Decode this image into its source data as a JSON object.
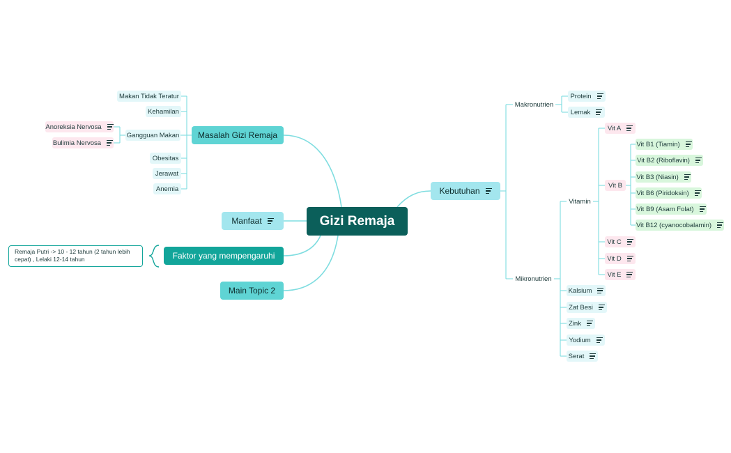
{
  "colors": {
    "root": "#0b5f5a",
    "accent": "#5fd4d4",
    "light": "#a3e6ee",
    "teal": "#12a59a",
    "pink": "#fde7ee",
    "green": "#d8f6dc",
    "line": "#7fdde0"
  },
  "root": {
    "label": "Gizi Remaja"
  },
  "left": {
    "masalah": {
      "label": "Masalah Gizi Remaja",
      "children": {
        "makan_tidak_teratur": "Makan Tidak Teratur",
        "kehamilan": "Kehamilan",
        "gangguan_makan": "Gangguan Makan",
        "anoreksia": "Anoreksia Nervosa",
        "bulimia": "Bulimia Nervosa",
        "obesitas": "Obesitas",
        "jerawat": "Jerawat",
        "anemia": "Anemia"
      }
    },
    "manfaat": {
      "label": "Manfaat"
    },
    "faktor": {
      "label": "Faktor yang mempengaruhi",
      "note": "Remaja Putri -> 10 - 12 tahun (2 tahun lebih cepat) , Lelaki 12-14 tahun"
    },
    "main_topic_2": {
      "label": "Main Topic 2"
    }
  },
  "right": {
    "kebutuhan": {
      "label": "Kebutuhan"
    },
    "makronutrien": {
      "label": "Makronutrien",
      "protein": "Protein",
      "lemak": "Lemak"
    },
    "mikronutrien": {
      "label": "Mikronutrien",
      "vitamin": "Vitamin",
      "vit_a": "Vit A",
      "vit_b": "Vit B",
      "vit_b1": "Vit B1 (Tiamin)",
      "vit_b2": "Vit B2 (Riboflavin)",
      "vit_b3": "Vit B3 (Niasin)",
      "vit_b6": "Vit B6 (Piridoksin)",
      "vit_b9": "Vit B9 (Asam Folat)",
      "vit_b12": "Vit B12 (cyanocobalamin)",
      "vit_c": "Vit C",
      "vit_d": "Vit D",
      "vit_e": "Vit E",
      "kalsium": "Kalsium",
      "zat_besi": "Zat Besi",
      "zink": "Zink",
      "yodium": "Yodium",
      "serat": "Serat"
    }
  }
}
